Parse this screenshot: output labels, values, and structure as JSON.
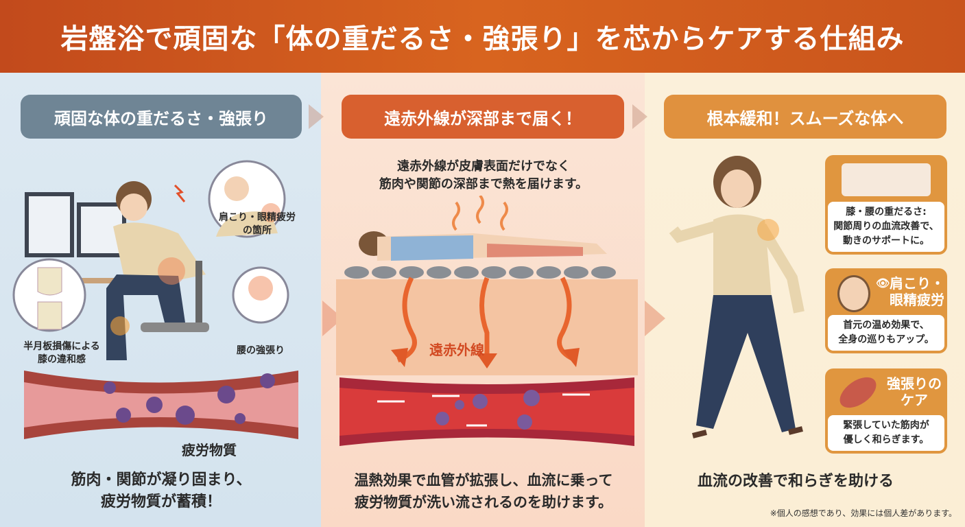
{
  "title": "岩盤浴で頑固な「体の重だるさ・強張り」を芯からケアする仕組み",
  "colors": {
    "title_bar": "#d05a1e",
    "step1": "#6f8595",
    "step2": "#d8602f",
    "step3": "#e0913e"
  },
  "step1": {
    "header": "頑固な体の重だるさ・強張り",
    "labels": {
      "shoulder": [
        "肩こり・眼精疲労",
        "の箇所"
      ],
      "knee": [
        "半月板損傷による",
        "膝の違和感"
      ],
      "waist": "腰の強張り",
      "fatigue": "疲労物質"
    },
    "caption": [
      "筋肉・関節が凝り固まり、",
      "疲労物質が蓄積！"
    ]
  },
  "step2": {
    "header": "遠赤外線が深部まで届く！",
    "intro": [
      "遠赤外線が皮膚表面だけでなく",
      "筋肉や関節の深部まで熱を届けます。"
    ],
    "ray_label": "遠赤外線",
    "caption": [
      "温熱効果で血管が拡張し、血流に乗って",
      "疲労物質が洗い流されるのを助けます。"
    ]
  },
  "step3": {
    "header": "根本緩和！スムーズな体へ",
    "cards": [
      {
        "title": "",
        "body": [
          "膝・腰の重だるさ:",
          "関節周りの血流改善で、",
          "動きのサポートに。"
        ],
        "icon": "knee-spine-icon"
      },
      {
        "title": [
          "肩こり・",
          "眼精疲労"
        ],
        "body": [
          "首元の温め効果で、",
          "全身の巡りもアップ。"
        ],
        "icon": "eye-icon"
      },
      {
        "title": [
          "強張りの",
          "ケア"
        ],
        "body": [
          "緊張していた筋肉が",
          "優しく和らぎます。"
        ],
        "icon": "muscle-icon"
      }
    ],
    "caption": "血流の改善で和らぎを助ける"
  },
  "footnote": "※個人の感想であり、効果には個人差があります。"
}
